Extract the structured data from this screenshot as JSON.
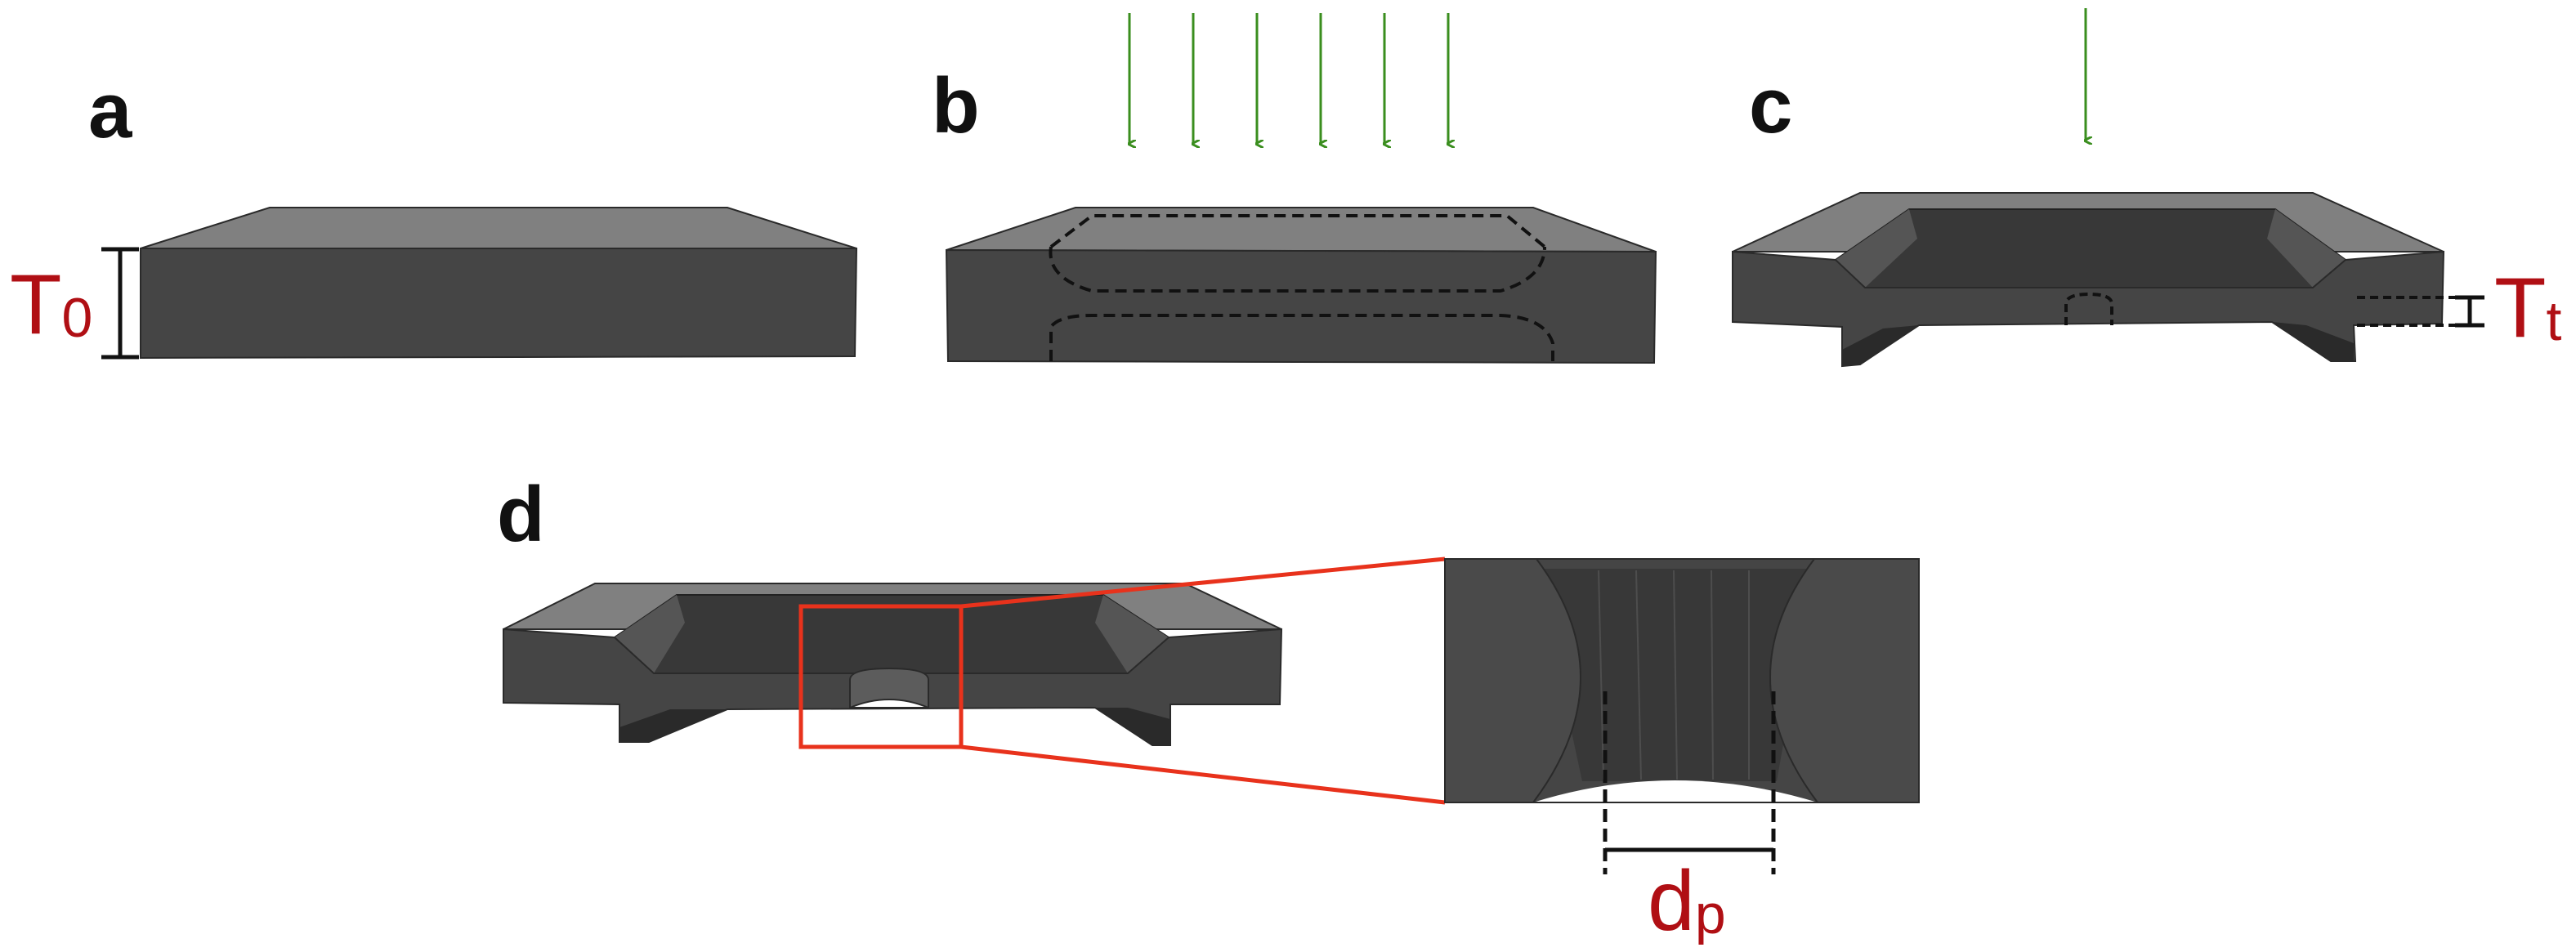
{
  "colors": {
    "top_face": "#808080",
    "front_face": "#454545",
    "dark_face": "#333333",
    "slope_face": "#5a5a5a",
    "dash": "#111111",
    "arrow": "#3a8e1e",
    "annotation": "#b00f14",
    "zoom_box": "#e8321c",
    "bracket": "#111111"
  },
  "panels": {
    "a": {
      "label": "a"
    },
    "b": {
      "label": "b",
      "arrow_count": 6
    },
    "c": {
      "label": "c",
      "arrow_count": 1
    },
    "d": {
      "label": "d"
    }
  },
  "dimensions": {
    "T0": {
      "main": "T",
      "sub": "0"
    },
    "Tt": {
      "main": "T",
      "sub": "t"
    },
    "dp": {
      "main": "d",
      "sub": "p"
    }
  },
  "icons": {
    "arrow": "downward-arrow-icon"
  }
}
